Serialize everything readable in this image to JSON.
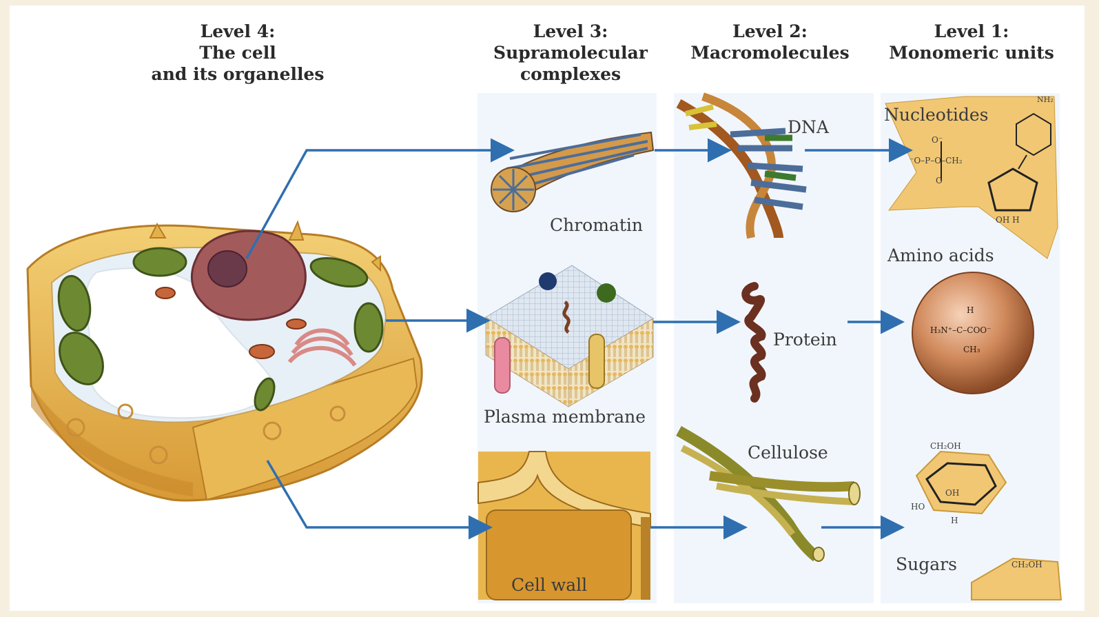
{
  "headers": {
    "level4": [
      "Level 4:",
      "The cell",
      "and its organelles"
    ],
    "level3": [
      "Level 3:",
      "Supramolecular",
      "complexes"
    ],
    "level2": [
      "Level 2:",
      "Macromolecules"
    ],
    "level1": [
      "Level 1:",
      "Monomeric units"
    ]
  },
  "labels": {
    "chromatin": "Chromatin",
    "plasma_membrane": "Plasma membrane",
    "cell_wall": "Cell wall",
    "dna": "DNA",
    "protein": "Protein",
    "cellulose": "Cellulose",
    "nucleotides": "Nucleotides",
    "amino_acids": "Amino acids",
    "sugars": "Sugars"
  },
  "chem": {
    "nh2": "NH₂",
    "phosphate": "⁻O–P–O–CH₂",
    "o_minus": "O⁻",
    "o": "O",
    "oh_h": "OH  H",
    "amino_top_h": "H",
    "amino_formula": "H₃N⁺–C–COO⁻",
    "amino_ch3": "CH₃",
    "ch2oh": "CH₂OH",
    "h": "H",
    "oh": "OH",
    "ho": "HO"
  },
  "colors": {
    "arrow": "#2f6fb0",
    "wall": "#e2b14a",
    "chloroplast": "#5a7a2a",
    "nucleus": "#8a3f45"
  }
}
